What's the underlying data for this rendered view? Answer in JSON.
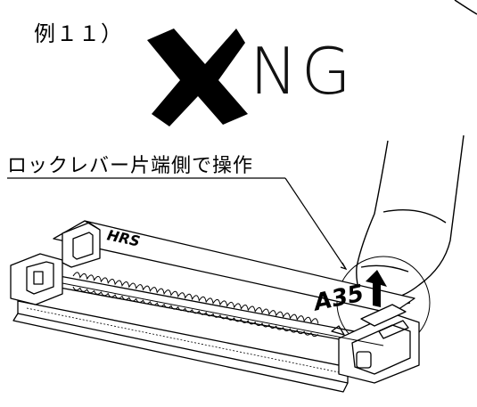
{
  "header": {
    "example_label": "例１１）",
    "verdict_text": "NG"
  },
  "callout": {
    "text": "ロックレバー片端側で操作"
  },
  "connector": {
    "brand_mark": "HRS",
    "model_mark": "A35"
  },
  "colors": {
    "line": "#000000",
    "background": "#ffffff"
  },
  "icons": {
    "verdict": "cross-mark-icon",
    "direction": "up-arrow-icon"
  }
}
